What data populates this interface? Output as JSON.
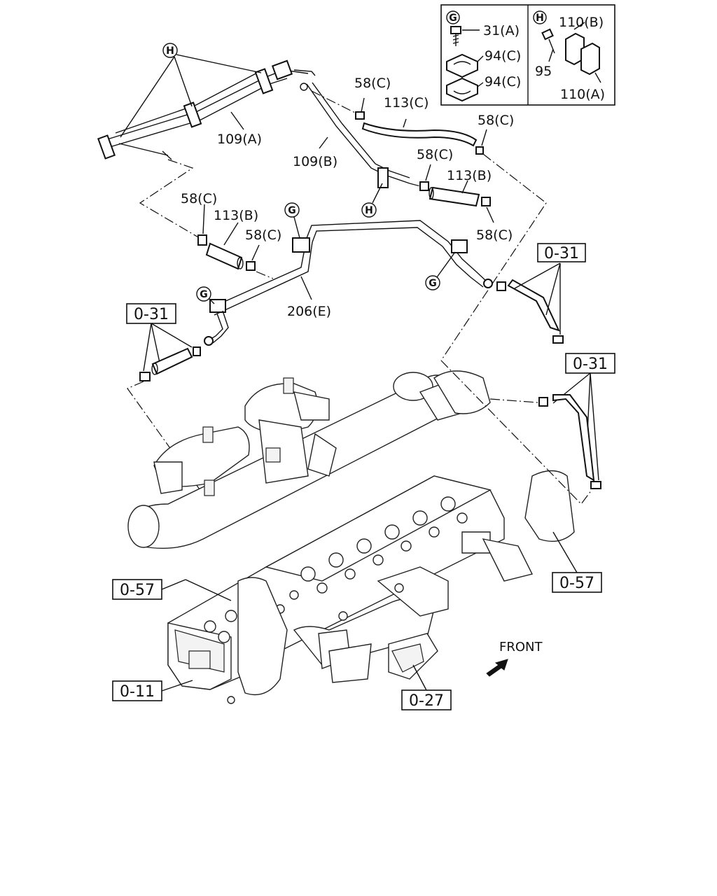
{
  "callouts": {
    "c31a": "31(A)",
    "c94c_1": "94(C)",
    "c94c_2": "94(C)",
    "c110b": "110(B)",
    "c95": "95",
    "c110a": "110(A)",
    "c58c_1": "58(C)",
    "c58c_2": "58(C)",
    "c58c_3": "58(C)",
    "c58c_4": "58(C)",
    "c58c_5": "58(C)",
    "c58c_6": "58(C)",
    "c113c": "113(C)",
    "c113b_1": "113(B)",
    "c113b_2": "113(B)",
    "c109a": "109(A)",
    "c109b": "109(B)",
    "c206e": "206(E)"
  },
  "references": {
    "ref_031_a": "0-31",
    "ref_031_b": "0-31",
    "ref_031_c": "0-31",
    "ref_057_a": "0-57",
    "ref_057_b": "0-57",
    "ref_011": "0-11",
    "ref_027": "0-27"
  },
  "markers": {
    "g": "G",
    "h": "H"
  },
  "front_label": "FRONT"
}
